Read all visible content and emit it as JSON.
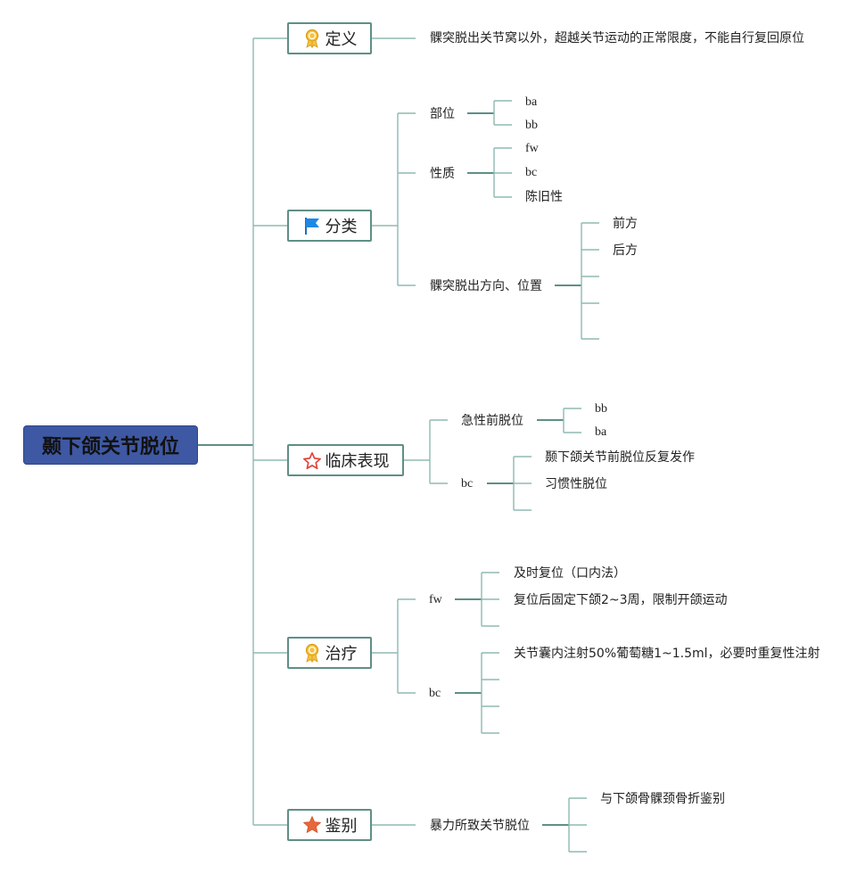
{
  "root": {
    "title": "颞下颌关节脱位"
  },
  "branches": {
    "definition": {
      "label": "定义",
      "icon": "ribbon-medal-icon",
      "text": "髁突脱出关节窝以外，超越关节运动的正常限度，不能自行复回原位"
    },
    "classification": {
      "label": "分类",
      "icon": "blue-flag-icon",
      "location": {
        "label": "部位",
        "items": [
          "ba",
          "bb"
        ]
      },
      "nature": {
        "label": "性质",
        "items": [
          "fw",
          "bc",
          "陈旧性"
        ]
      },
      "direction": {
        "label": "髁突脱出方向、位置",
        "items": [
          "前方",
          "后方"
        ]
      }
    },
    "clinical": {
      "label": "临床表现",
      "icon": "red-star-outline-icon",
      "acute": {
        "label": "急性前脱位",
        "items": [
          "bb",
          "ba"
        ]
      },
      "bc": {
        "label": "bc",
        "items": [
          "颞下颌关节前脱位反复发作",
          "习惯性脱位"
        ]
      }
    },
    "treatment": {
      "label": "治疗",
      "icon": "ribbon-medal-icon",
      "fw": {
        "label": "fw",
        "items": [
          "及时复位（口内法）",
          "复位后固定下颌2~3周，限制开颌运动"
        ]
      },
      "bc": {
        "label": "bc",
        "items": [
          "关节囊内注射50%葡萄糖1~1.5ml，必要时重复性注射"
        ]
      }
    },
    "differential": {
      "label": "鉴别",
      "icon": "orange-star-icon",
      "violent": {
        "label": "暴力所致关节脱位",
        "items": [
          "与下颌骨髁颈骨折鉴别"
        ]
      }
    }
  },
  "colors": {
    "root_fill": "#3e58a3",
    "line": "#5f8f86",
    "line_light": "#9cc4bc"
  }
}
